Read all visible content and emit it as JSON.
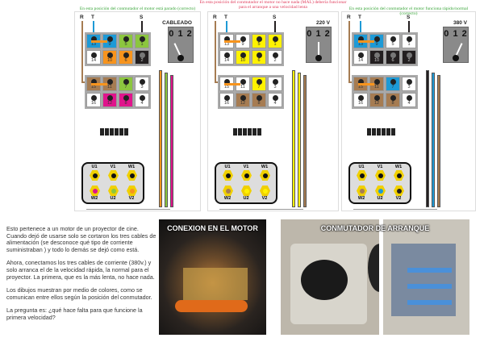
{
  "panels": [
    {
      "header": "En esta posición del conmutador el motor está parado (correcto)",
      "header_color": "#3aa63a",
      "label": "CABLEADO",
      "switch": "0 1 2",
      "position": 0,
      "line_labels": [
        "R",
        "T",
        "S"
      ],
      "cells": [
        [
          "13",
          "9",
          "5",
          "1"
        ],
        [
          "14",
          "10",
          "6",
          "2"
        ],
        [
          "15",
          "11",
          "7",
          "3"
        ],
        [
          "16",
          "12",
          "8",
          "4"
        ]
      ],
      "colors": [
        [
          "#1e9ad6",
          "#1e9ad6",
          "#8cc63f",
          "#8cc63f"
        ],
        [
          "#fff",
          "#f7941d",
          "#f7941d",
          "#231f20"
        ],
        [
          "#a67c52",
          "#a67c52",
          "#8cc63f",
          "#fff"
        ],
        [
          "#fff",
          "#e0148c",
          "#e0148c",
          "#fff"
        ]
      ],
      "motor_labels": [
        "U1",
        "V1",
        "W1",
        "W2",
        "U2",
        "V2"
      ],
      "motor_colors": [
        "#e0148c",
        "#8cc63f",
        "#f7941d"
      ],
      "wires": [
        "#f7941d",
        "#8cc63f",
        "#e0148c"
      ]
    },
    {
      "header": "En esta posición del conmutador el motor no hace nada (MAL) debería funcionar para el arranque a una velocidad lenta",
      "header_color": "#e03a5a",
      "label": "220 V",
      "switch": "0 1 2",
      "position": 1,
      "line_labels": [
        "R",
        "T",
        "S"
      ],
      "cells": [
        [
          "13",
          "9",
          "5",
          "1"
        ],
        [
          "14",
          "10",
          "6",
          "2"
        ],
        [
          "15",
          "11",
          "7",
          "3"
        ],
        [
          "16",
          "12",
          "8",
          "4"
        ]
      ],
      "colors": [
        [
          "#fff",
          "#fff",
          "#fff200",
          "#fff200"
        ],
        [
          "#fff",
          "#fff200",
          "#fff200",
          "#fff"
        ],
        [
          "#fff",
          "#fff",
          "#fff200",
          "#fff"
        ],
        [
          "#fff",
          "#a67c52",
          "#a67c52",
          "#fff"
        ]
      ],
      "motor_labels": [
        "U1",
        "V1",
        "W1",
        "W2",
        "U2",
        "V2"
      ],
      "motor_colors": [
        "#a67c52",
        "#fff200",
        "#fff200"
      ],
      "wires": [
        "#fff200",
        "#fff200",
        "#a67c52"
      ]
    },
    {
      "header": "En esta posición del conmutador el motor funciona rápido/normal (correcto)",
      "header_color": "#3aa63a",
      "label": "380 V",
      "switch": "0 1 2",
      "position": 2,
      "line_labels": [
        "R",
        "T",
        "S"
      ],
      "cells": [
        [
          "13",
          "9",
          "5",
          "1"
        ],
        [
          "14",
          "10",
          "6",
          "2"
        ],
        [
          "15",
          "11",
          "7",
          "3"
        ],
        [
          "16",
          "12",
          "8",
          "4"
        ]
      ],
      "colors": [
        [
          "#1e9ad6",
          "#1e9ad6",
          "#fff",
          "#fff"
        ],
        [
          "#fff",
          "#231f20",
          "#231f20",
          "#231f20"
        ],
        [
          "#a67c52",
          "#a67c52",
          "#1e9ad6",
          "#fff"
        ],
        [
          "#fff",
          "#a67c52",
          "#a67c52",
          "#fff"
        ]
      ],
      "motor_labels": [
        "U1",
        "V1",
        "W1",
        "W2",
        "U2",
        "V2"
      ],
      "motor_colors": [
        "#a67c52",
        "#1e9ad6",
        "#231f20"
      ],
      "wires": [
        "#231f20",
        "#1e9ad6",
        "#a67c52"
      ]
    }
  ],
  "text": {
    "p1": "Esto pertenece a un motor de un proyector de cine. Cuando dejó de usarse solo se cortaron los tres cables de alimentación (se desconoce qué tipo de corriente suministraban ) y todo lo demás se dejó como está.",
    "p2": "Ahora, conectamos los tres cables de corriente (380v.) y solo arranca el de la velocidad rápida, la normal para el proyector. La primera, que es la más lenta, no hace nada.",
    "p3": "Los dibujos muestran por medio de colores, como se comunican entre ellos según la posición del conmutador.",
    "p4": "La pregunta es:  ¿qué hace falta para que funcione la primera velocidad?"
  },
  "photos": [
    {
      "title": "CONEXION EN EL MOTOR"
    },
    {
      "title": "CONMUTADOR DE ARRANQUE"
    }
  ]
}
